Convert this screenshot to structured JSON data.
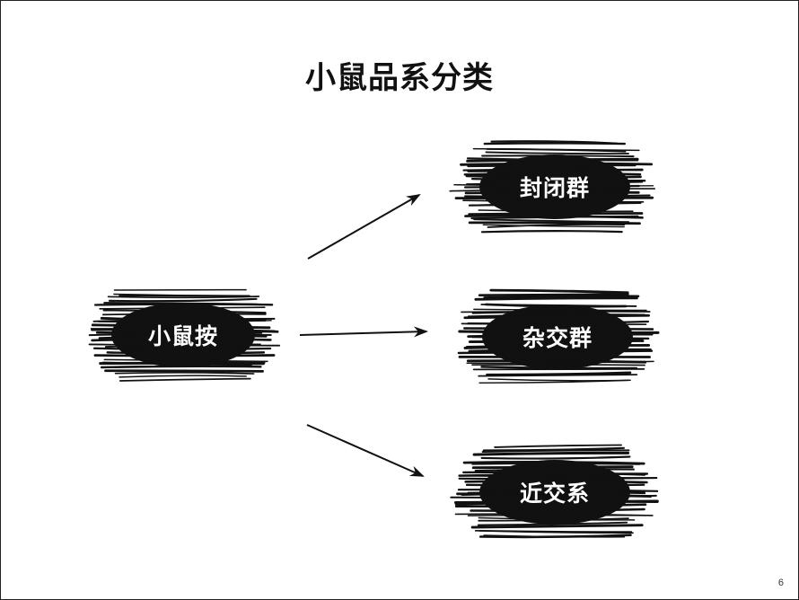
{
  "title": "小鼠品系分类",
  "page_number": "6",
  "diagram": {
    "source": {
      "label": "小鼠按"
    },
    "targets": [
      {
        "label": "封闭群"
      },
      {
        "label": "杂交群"
      },
      {
        "label": "近交系"
      }
    ],
    "colors": {
      "scribble": "#111111",
      "text": "#ffffff",
      "arrow": "#111111"
    }
  }
}
